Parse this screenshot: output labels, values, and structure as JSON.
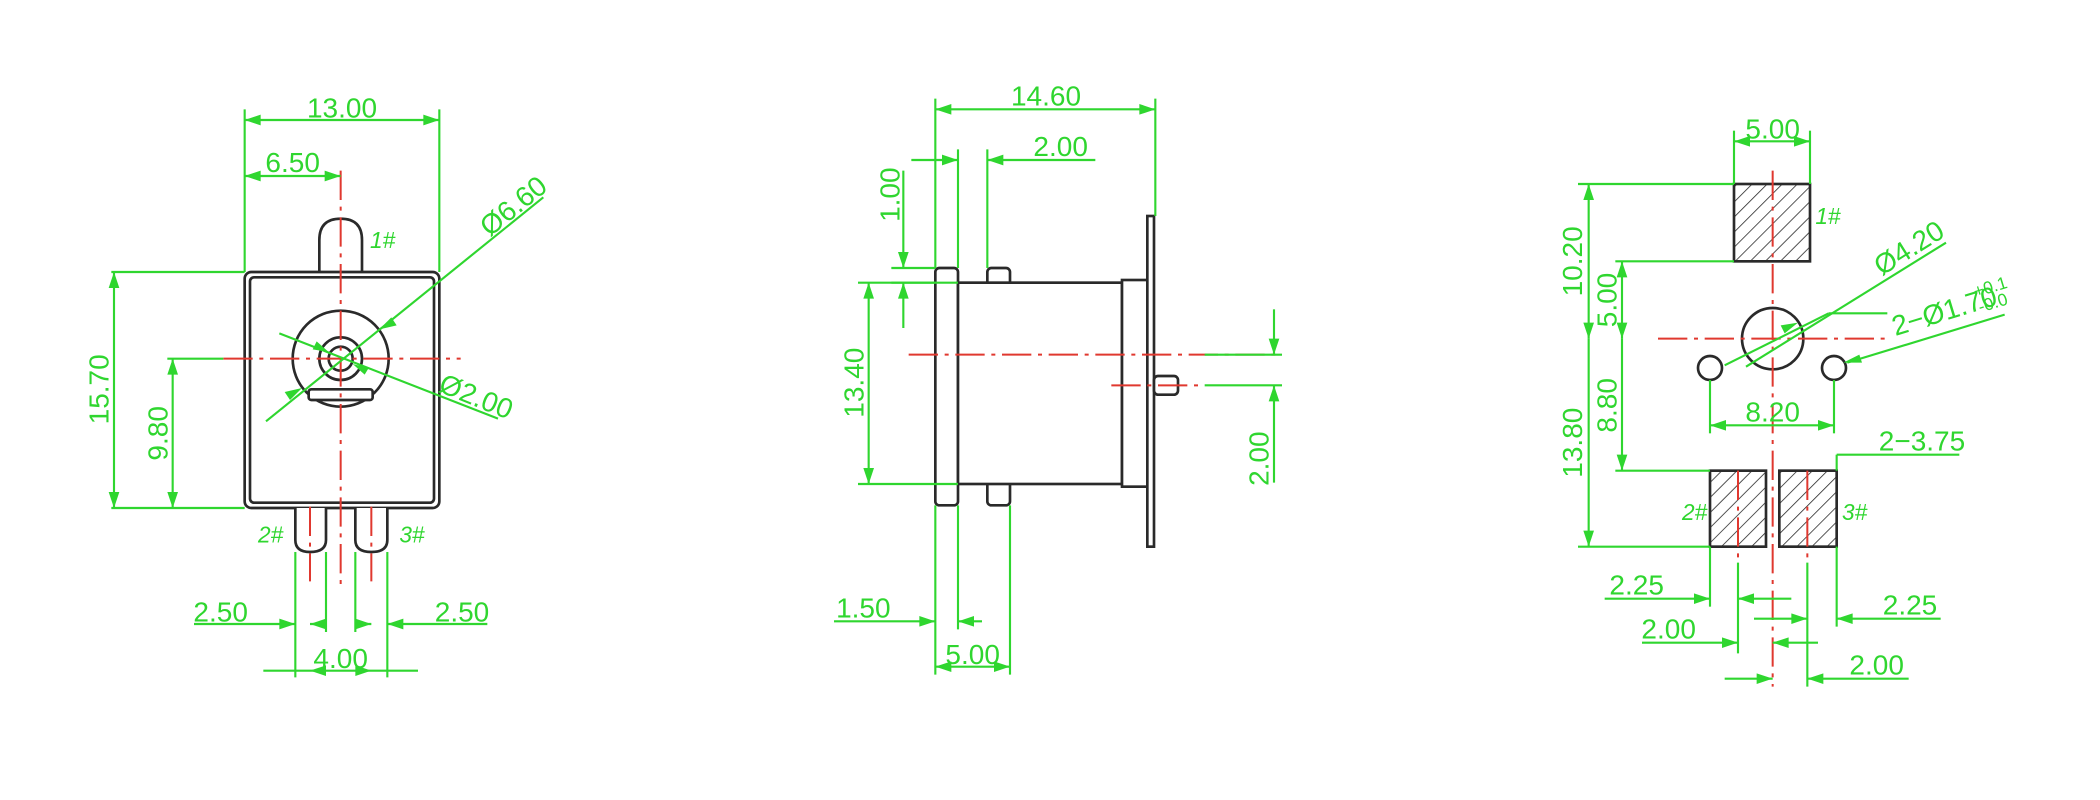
{
  "front_view": {
    "overall_width": "13.00",
    "half_width": "6.50",
    "outer_diameter": "Ø6.60",
    "overall_height": "15.70",
    "center_height": "9.80",
    "pin_diameter": "Ø2.00",
    "pin1_tag": "1#",
    "pin2_tag": "2#",
    "pin3_tag": "3#",
    "left_offset": "2.50",
    "right_offset": "2.50",
    "pin_spacing": "4.00"
  },
  "side_view": {
    "overall_length": "14.60",
    "flange_gap": "2.00",
    "flange_thickness": "1.00",
    "body_height": "13.40",
    "pin_offset": "2.00",
    "front_depth": "1.50",
    "flange_span": "5.00"
  },
  "footprint_view": {
    "pad1_width": "5.00",
    "pad1_tag": "1#",
    "hole_diameter": "Ø4.20",
    "pin_hole_spec": "2−Ø1.70",
    "tol_upper": "+0.1",
    "tol_lower": "-0.0",
    "top_distance": "10.20",
    "hole_offset": "5.00",
    "pad_distance": "8.80",
    "bottom_distance": "13.80",
    "hole_spacing": "8.20",
    "pad_size_spec": "2−3.75",
    "pad2_tag": "2#",
    "pad3_tag": "3#",
    "left_pad_width": "2.25",
    "right_pad_width": "2.25",
    "left_gap": "2.00",
    "right_gap": "2.00"
  },
  "colors": {
    "dimension": "#2fd62f",
    "centerline": "#e0382f",
    "outline": "#2a2a2a",
    "background": "#ffffff"
  }
}
